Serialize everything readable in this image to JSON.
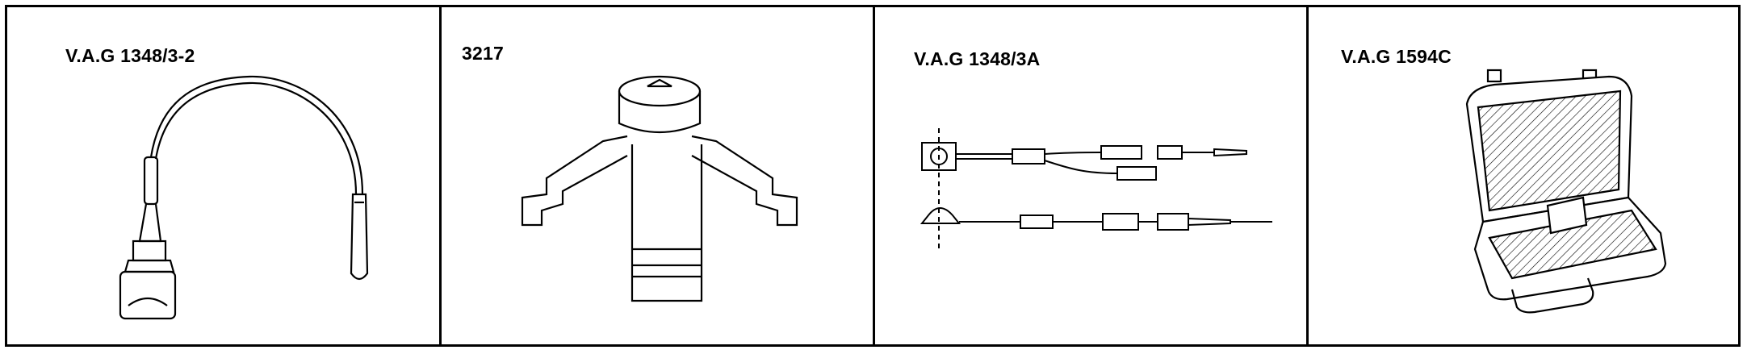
{
  "tools": [
    {
      "label": "V.A.G 1348/3-2",
      "illustration": "test-lead-icon"
    },
    {
      "label": "3217",
      "illustration": "socket-wrench-icon"
    },
    {
      "label": "V.A.G 1348/3A",
      "illustration": "adapter-cable-icon"
    },
    {
      "label": "V.A.G 1594C",
      "illustration": "tool-case-icon"
    }
  ]
}
